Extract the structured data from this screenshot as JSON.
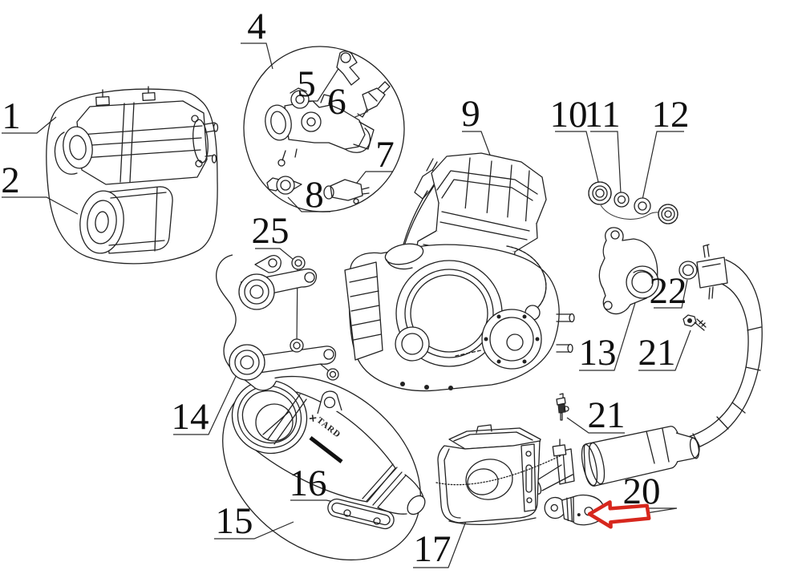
{
  "diagram": {
    "background": "#ffffff",
    "line_color": "#222222",
    "highlight_color": "#d7271d",
    "muffler": {
      "logo_mark": "✕",
      "logo_text": "TARD"
    },
    "labels": {
      "p1": "1",
      "p2": "2",
      "p4": "4",
      "p5": "5",
      "p6": "6",
      "p7": "7",
      "p8": "8",
      "p9": "9",
      "p10": "10",
      "p11": "11",
      "p12": "12",
      "p13": "13",
      "p14": "14",
      "p15": "15",
      "p16": "16",
      "p17": "17",
      "p20": "20",
      "p21a": "21",
      "p21b": "21",
      "p22": "22",
      "p25": "25"
    }
  }
}
